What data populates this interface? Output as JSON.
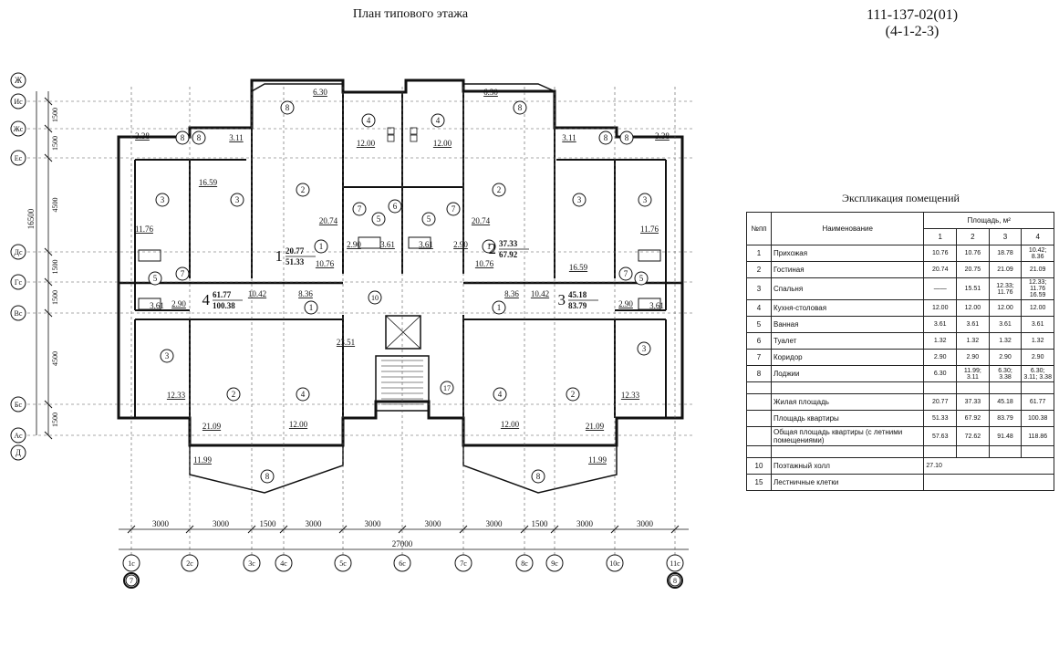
{
  "header": {
    "title": "План типового этажа",
    "code_line1": "111-137-02(01)",
    "code_line2": "(4-1-2-3)"
  },
  "plan": {
    "row_axes": [
      "Ж",
      "Ис",
      "Жс",
      "Ес",
      "Дс",
      "Гс",
      "Вс",
      "Бс",
      "Ас",
      "Д"
    ],
    "col_axes": [
      "1с",
      "2с",
      "3с",
      "4с",
      "5с",
      "6с",
      "7с",
      "8с",
      "9с",
      "10с",
      "11с"
    ],
    "col_axes_ext": [
      "7",
      "8"
    ],
    "vertical_dims": [
      "1500",
      "1500",
      "4500",
      "1500",
      "1500",
      "4500",
      "1500"
    ],
    "vertical_total": "16500",
    "horizontal_dims": [
      "3000",
      "3000",
      "1500",
      "3000",
      "3000",
      "3000",
      "3000",
      "1500",
      "3000",
      "3000"
    ],
    "horizontal_total": "27000",
    "apartments": [
      {
        "no": "1",
        "living": "20.77",
        "total": "51.33"
      },
      {
        "no": "2",
        "living": "37.33",
        "total": "67.92"
      },
      {
        "no": "3",
        "living": "45.18",
        "total": "83.79"
      },
      {
        "no": "4",
        "living": "61.77",
        "total": "100.38"
      }
    ],
    "room_areas": {
      "loggia_top": "6.30",
      "loggia_side_left": "3.38",
      "loggia_3_11": "3.11",
      "kitchen": "12.00",
      "living_2": "20.74",
      "bedroom_16": "16.59",
      "bedroom_11": "11.76",
      "bedroom_12": "12.33",
      "hall_1": "10.76",
      "hall_4": "10.42",
      "corridor": "8.36",
      "bath": "3.61",
      "wc": "2.90",
      "living_21": "21.09",
      "loggia_bottom": "11.99",
      "hall_area": "23.51"
    }
  },
  "explication": {
    "title": "Экспликация помещений",
    "headers": {
      "no": "№пп",
      "name": "Наименование",
      "area": "Площадь, м²",
      "cols": [
        "1",
        "2",
        "3",
        "4"
      ]
    },
    "rows": [
      {
        "no": "1",
        "name": "Прихожая",
        "v": [
          "10.76",
          "10.76",
          "18.78",
          "10.42; 8.36"
        ]
      },
      {
        "no": "2",
        "name": "Гостиная",
        "v": [
          "20.74",
          "20.75",
          "21.09",
          "21.09"
        ]
      },
      {
        "no": "3",
        "name": "Спальня",
        "v": [
          "——",
          "15.51",
          "12.33; 11.76",
          "12.33; 11.76 16.59"
        ]
      },
      {
        "no": "4",
        "name": "Кухня-столовая",
        "v": [
          "12.00",
          "12.00",
          "12.00",
          "12.00"
        ]
      },
      {
        "no": "5",
        "name": "Ванная",
        "v": [
          "3.61",
          "3.61",
          "3.61",
          "3.61"
        ]
      },
      {
        "no": "6",
        "name": "Туалет",
        "v": [
          "1.32",
          "1.32",
          "1.32",
          "1.32"
        ]
      },
      {
        "no": "7",
        "name": "Коридор",
        "v": [
          "2.90",
          "2.90",
          "2.90",
          "2.90"
        ]
      },
      {
        "no": "8",
        "name": "Лоджии",
        "v": [
          "6.30",
          "11.99; 3.11",
          "6.30; 3.38",
          "6.30; 3.11; 3.38"
        ]
      }
    ],
    "summary": [
      {
        "name": "Жилая площадь",
        "v": [
          "20.77",
          "37.33",
          "45.18",
          "61.77"
        ]
      },
      {
        "name": "Площадь квартиры",
        "v": [
          "51.33",
          "67.92",
          "83.79",
          "100.38"
        ]
      },
      {
        "name": "Общая площадь квартиры (с летними помещениями)",
        "v": [
          "57.63",
          "72.62",
          "91.48",
          "118.86"
        ]
      }
    ],
    "extra": [
      {
        "no": "10",
        "name": "Поэтажный холл",
        "v": "27.10"
      },
      {
        "no": "15",
        "name": "Лестничные клетки",
        "v": ""
      }
    ]
  }
}
